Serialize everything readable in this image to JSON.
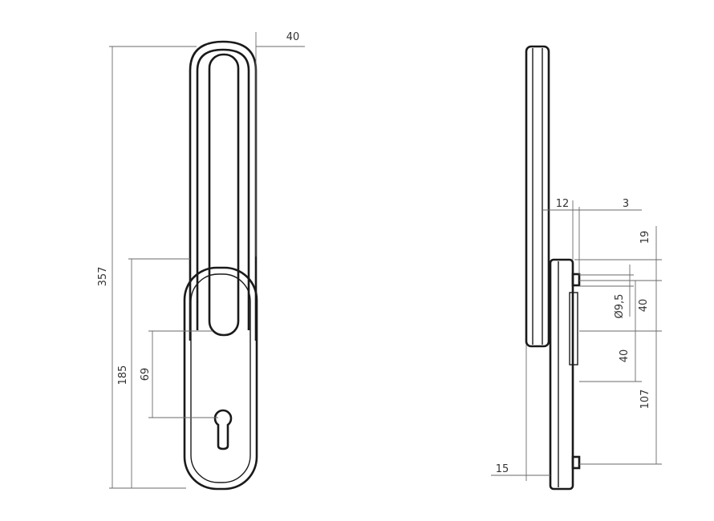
{
  "drawing": {
    "front_view": {
      "overall_height": "357",
      "handle_width": "40",
      "plate_height": "185",
      "key_offset": "69"
    },
    "side_view": {
      "dim_12": "12",
      "dim_3": "3",
      "dim_19": "19",
      "diameter": "Ø9,5",
      "dim_40_upper": "40",
      "dim_40_lower": "40",
      "dim_107": "107",
      "dim_15": "15"
    }
  }
}
